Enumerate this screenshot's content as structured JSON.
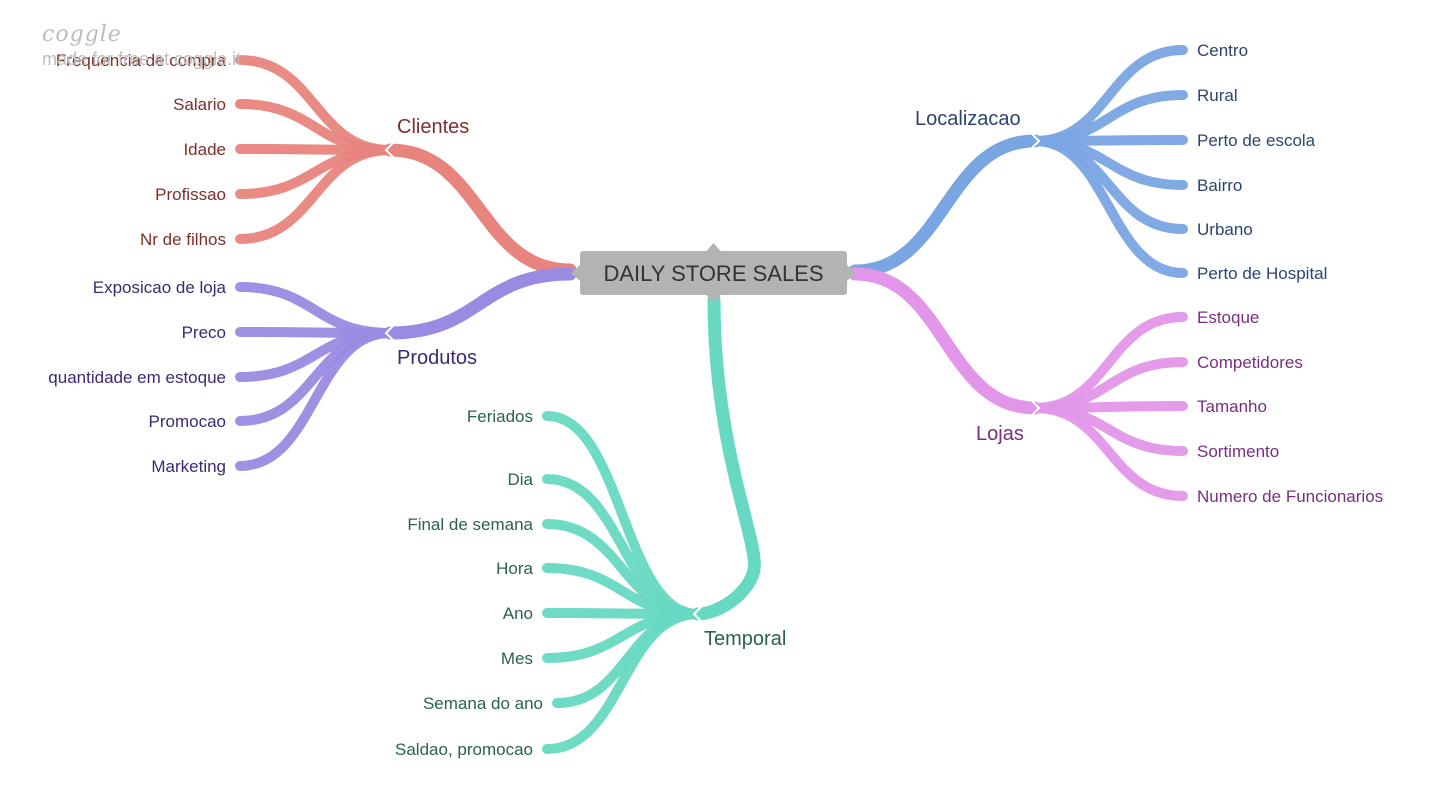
{
  "watermark": {
    "logo": "coggle",
    "tagline": "made for free at coggle.it"
  },
  "center": {
    "label": "DAILY STORE SALES",
    "color": "#b3b3b3",
    "text_color": "#333333"
  },
  "branches": [
    {
      "id": "clientes",
      "label": "Clientes",
      "side": "left",
      "color": "#e8847e",
      "text_color": "#7e2f2a",
      "children": [
        "Frequencia de compra",
        "Salario",
        "Idade",
        "Profissao",
        "Nr de filhos"
      ]
    },
    {
      "id": "produtos",
      "label": "Produtos",
      "side": "left",
      "color": "#9b8ae2",
      "text_color": "#3b2a73",
      "children": [
        "Exposicao de loja",
        "Preco",
        "quantidade em estoque",
        "Promocao",
        "Marketing"
      ]
    },
    {
      "id": "temporal",
      "label": "Temporal",
      "side": "left",
      "color": "#67d9c2",
      "text_color": "#2a6153",
      "children": [
        "Feriados",
        "Dia",
        "Final de semana",
        "Hora",
        "Ano",
        "Mes",
        "Semana do ano",
        "Saldao, promocao"
      ]
    },
    {
      "id": "localizacao",
      "label": "Localizacao",
      "side": "right",
      "color": "#7aa5e3",
      "text_color": "#2c446f",
      "children": [
        "Centro",
        "Rural",
        "Perto de escola",
        "Bairro",
        "Urbano",
        "Perto de Hospital"
      ]
    },
    {
      "id": "lojas",
      "label": "Lojas",
      "side": "right",
      "color": "#e196e9",
      "text_color": "#7a2e7f",
      "children": [
        "Estoque",
        "Competidores",
        "Tamanho",
        "Sortimento",
        "Numero de Funcionarios"
      ]
    }
  ]
}
